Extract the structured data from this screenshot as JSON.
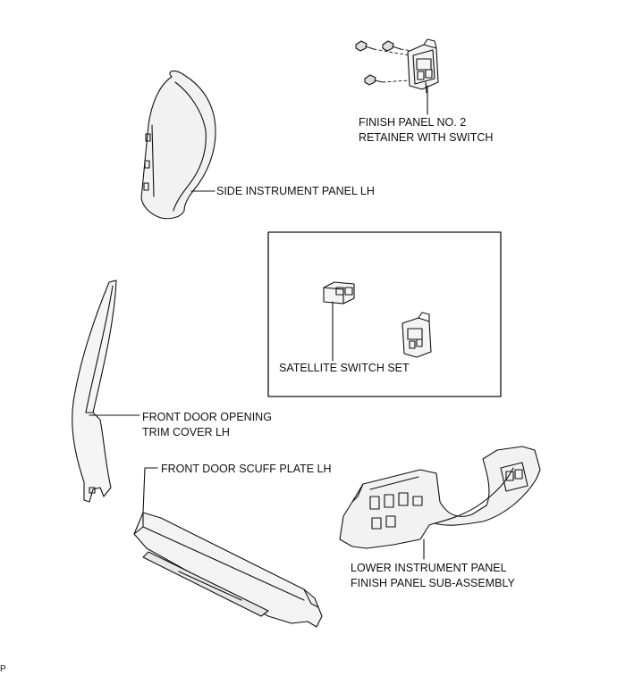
{
  "labels": {
    "finish_panel_no2_line1": "FINISH PANEL NO. 2",
    "finish_panel_no2_line2": "RETAINER WITH SWITCH",
    "side_instrument_panel": "SIDE INSTRUMENT PANEL LH",
    "satellite_switch_set": "SATELLITE SWITCH SET",
    "front_door_opening_line1": "FRONT DOOR OPENING",
    "front_door_opening_line2": "TRIM COVER LH",
    "front_door_scuff_plate": "FRONT DOOR SCUFF PLATE LH",
    "lower_panel_line1": "LOWER INSTRUMENT PANEL",
    "lower_panel_line2": "FINISH PANEL SUB-ASSEMBLY"
  },
  "corner_mark": "P"
}
